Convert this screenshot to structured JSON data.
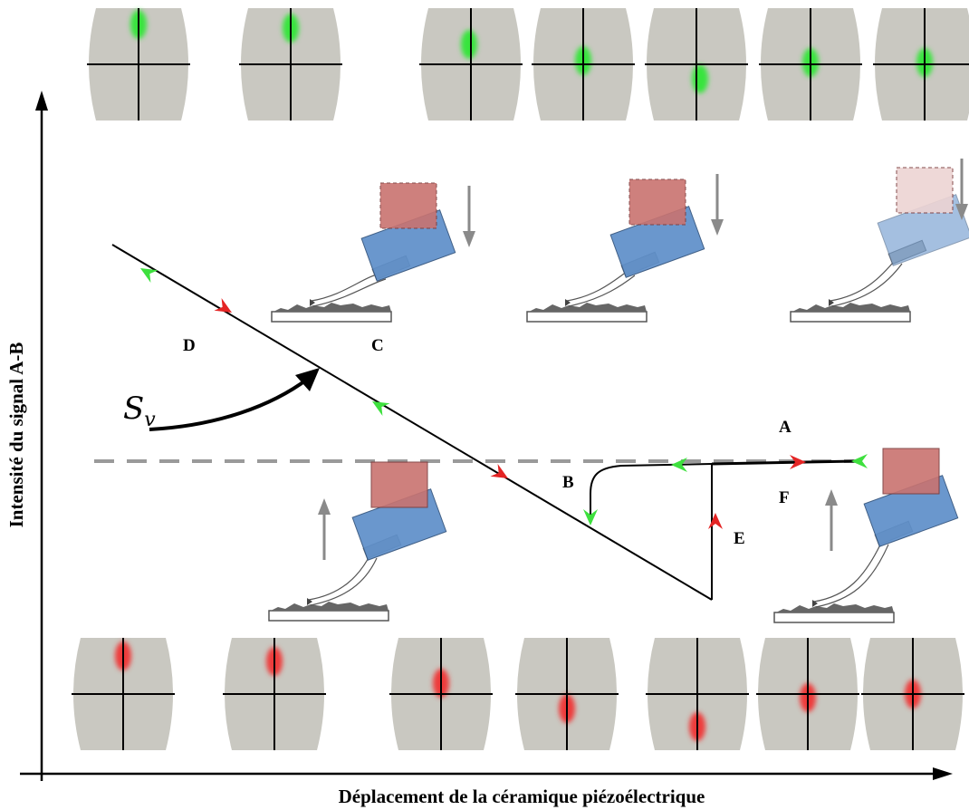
{
  "labels": {
    "A": "A",
    "B": "B",
    "C": "C",
    "D": "D",
    "E": "E",
    "F": "F",
    "sv_main": "S",
    "sv_sub": "v"
  },
  "axes": {
    "x_title": "Déplacement de la céramique piézoélectrique",
    "y_title": "Intensité du signal A-B"
  },
  "colors": {
    "detector": "#c9c8c1",
    "spot_top": "#39e43c",
    "spot_bottom": "#ee3a3a",
    "arrow_green": "#3ee03e",
    "arrow_red": "#e42424",
    "dashed": "#9a9a9a",
    "cantilever_red": "#c97370",
    "cantilever_blue": "#5a8cc8",
    "motion_arrow": "#8a8a8a"
  },
  "icons": {
    "detector": "quadrant-photodiode-icon",
    "afm_head": "afm-cantilever-icon",
    "direction_arrow": "triangle-arrow-icon"
  }
}
